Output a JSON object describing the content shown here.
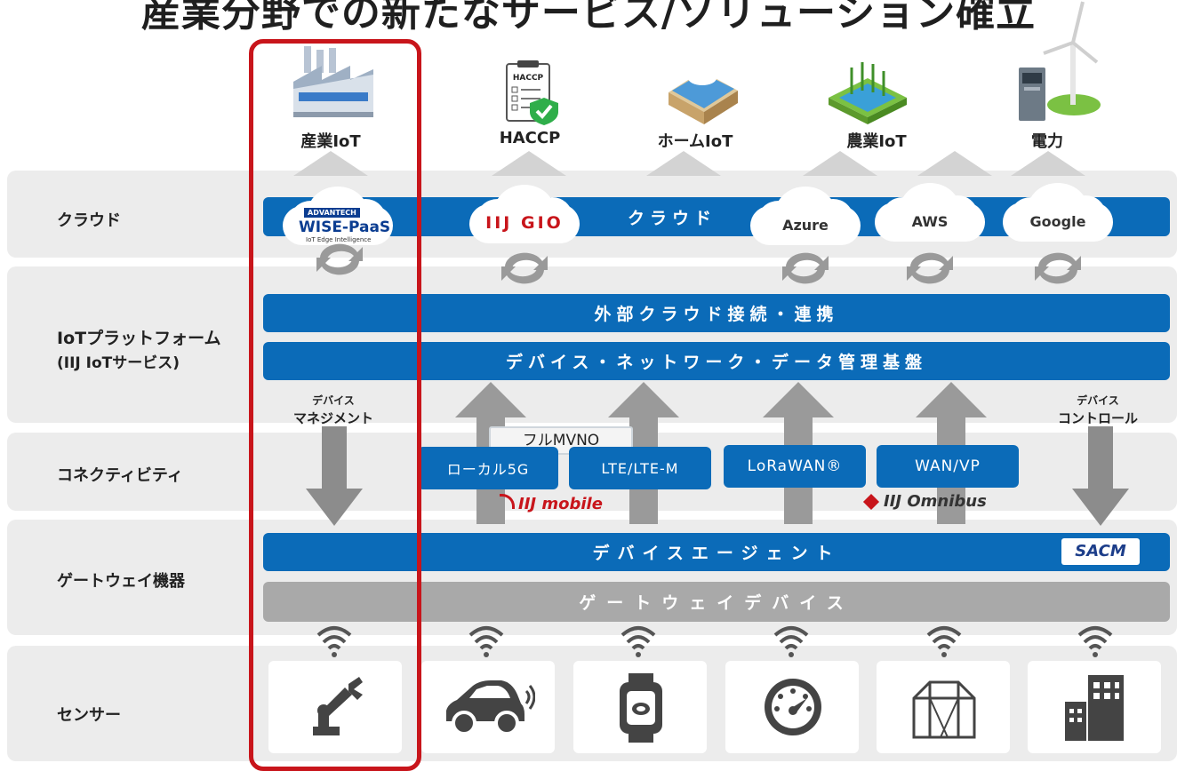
{
  "title": "産業分野での新たなサービス/ソリューション確立",
  "top_items": [
    "産業IoT",
    "HACCP",
    "ホームIoT",
    "農業IoT",
    "電力"
  ],
  "layers": {
    "cloud": "クラウド",
    "platform_line1": "IoTプラットフォーム",
    "platform_line2": "(IIJ IoTサービス)",
    "connectivity": "コネクティビティ",
    "gateway": "ゲートウェイ機器",
    "sensor": "センサー"
  },
  "bars": {
    "cloud": "クラウド",
    "external": "外部クラウド接続・連携",
    "device_mgmt": "デバイス・ネットワーク・データ管理基盤",
    "agent": "デバイスエージェント",
    "gateway_device": "ゲートウェイデバイス"
  },
  "clouds": {
    "advantech": "ADVANTECH",
    "wise": "WISE-PaaS",
    "wise_sub": "IoT Edge Intelligence",
    "iij_gio": "IIJ GIO",
    "azure": "Azure",
    "aws": "AWS",
    "google": "Google"
  },
  "side_labels": {
    "left_line1": "デバイス",
    "left_line2": "マネジメント",
    "right_line1": "デバイス",
    "right_line2": "コントロール"
  },
  "connectivity": {
    "mvno": "フルMVNO",
    "local5g": "ローカル5G",
    "lte": "LTE/LTE-M",
    "lorawan": "LoRaWAN®",
    "wan": "WAN/VP",
    "iij_mobile": "IIJ mobile",
    "iij_omnibus": "IIJ Omnibus"
  },
  "logos": {
    "haccp_doc": "HACCP",
    "sacm": "SACM"
  },
  "icons": [
    "factory-icon",
    "clipboard-icon",
    "house-icon",
    "field-icon",
    "wind-turbine-icon",
    "robot-arm-icon",
    "car-icon",
    "smartwatch-icon",
    "gauge-icon",
    "greenhouse-icon",
    "building-icon",
    "wifi-icon",
    "cycle-icon"
  ],
  "colors": {
    "primary_blue": "#0b6bb8",
    "highlight_red": "#c8151b",
    "band_gray": "#ececec",
    "arrow_gray": "#9a9a9a"
  }
}
